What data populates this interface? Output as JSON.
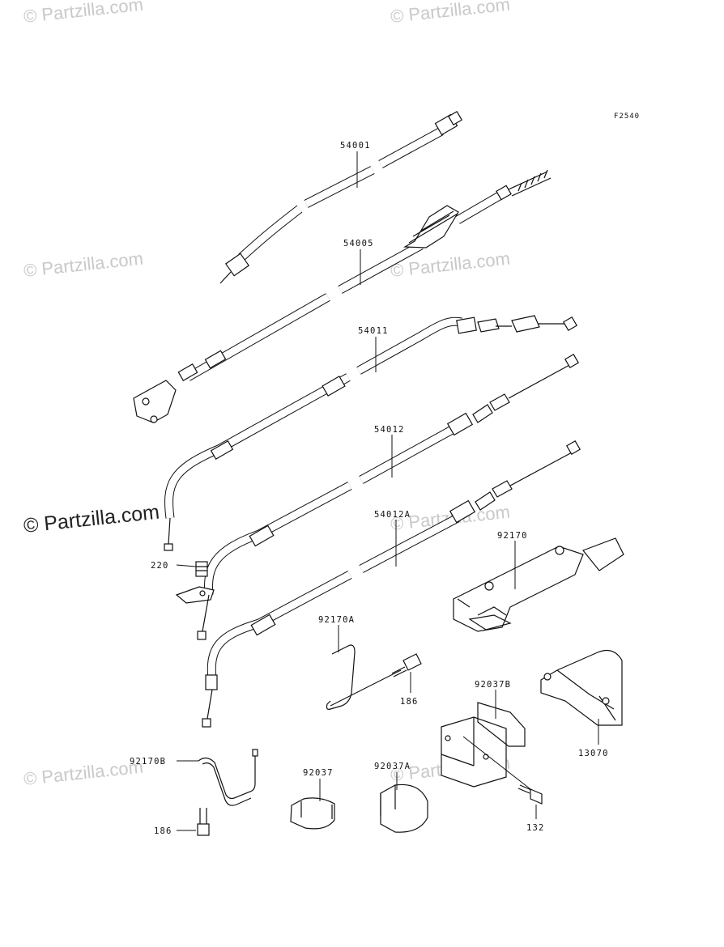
{
  "figure_ref": "F2540",
  "watermarks": {
    "text": "© Partzilla.com",
    "highlight": "© Partzilla.com"
  },
  "parts": {
    "p54001": "54001",
    "p54005": "54005",
    "p54011": "54011",
    "p54012": "54012",
    "p54012A": "54012A",
    "p220": "220",
    "p92170": "92170",
    "p92170A": "92170A",
    "p186a": "186",
    "p92037B": "92037B",
    "p13070": "13070",
    "p92170B": "92170B",
    "p92037": "92037",
    "p92037A": "92037A",
    "p186b": "186",
    "p132": "132"
  }
}
